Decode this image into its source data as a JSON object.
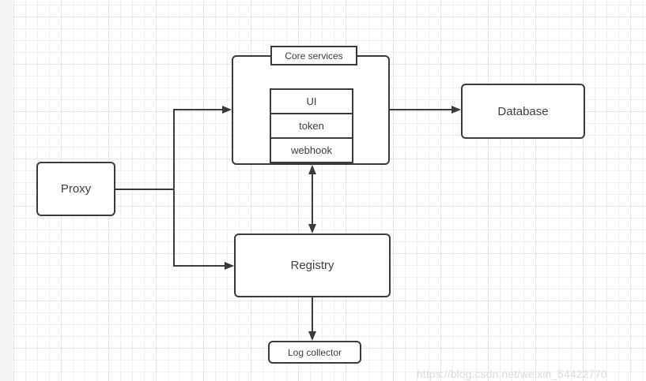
{
  "nodes": {
    "proxy": {
      "label": "Proxy"
    },
    "core_services": {
      "label": "Core services"
    },
    "core_children": [
      {
        "label": "UI"
      },
      {
        "label": "token"
      },
      {
        "label": "webhook"
      }
    ],
    "database": {
      "label": "Database"
    },
    "registry": {
      "label": "Registry"
    },
    "log_collector": {
      "label": "Log collector"
    }
  },
  "edges": [
    {
      "from": "proxy",
      "to": "core_services",
      "arrow": "end"
    },
    {
      "from": "proxy",
      "to": "registry",
      "arrow": "end"
    },
    {
      "from": "core_services",
      "to": "database",
      "arrow": "end"
    },
    {
      "from": "core_services",
      "to": "registry",
      "arrow": "both"
    },
    {
      "from": "registry",
      "to": "log_collector",
      "arrow": "end"
    }
  ],
  "colors": {
    "stroke": "#3b3b3b",
    "text": "#3f3f3f",
    "background": "#ffffff",
    "grid_minor": "#efefef",
    "grid_major": "#e4e4e4",
    "canvas_edge_strip": "#f2f2f2",
    "watermark": "#dcdcdc"
  },
  "watermark": {
    "text": "https://blog.csdn.net/weixin_54422770"
  }
}
